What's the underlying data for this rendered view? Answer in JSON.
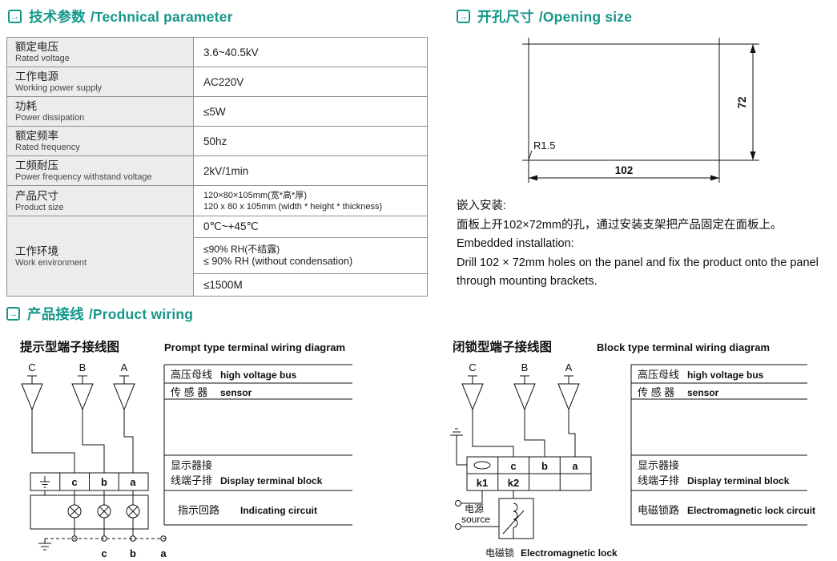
{
  "accent": "#14978a",
  "icons": {
    "section_arrow": "→"
  },
  "technical": {
    "title_zh": "技术参数",
    "title_en": "/Technical parameter",
    "rows": [
      {
        "zh": "额定电压",
        "en": "Rated voltage",
        "value": "3.6~40.5kV"
      },
      {
        "zh": "工作电源",
        "en": "Working power supply",
        "value": "AC220V"
      },
      {
        "zh": "功耗",
        "en": "Power dissipation",
        "value": "≤5W"
      },
      {
        "zh": "额定频率",
        "en": "Rated frequency",
        "value": "50hz"
      },
      {
        "zh": "工频耐压",
        "en": "Power frequency withstand voltage",
        "value": "2kV/1min"
      },
      {
        "zh": "产品尺寸",
        "en": "Product size",
        "value_line1": "120×80×105mm(宽*高*厚)",
        "value_line2": "120 x 80 x 105mm (width * height * thickness)"
      },
      {
        "zh": "工作环境",
        "en": "Work environment",
        "value1": "0℃~+45℃",
        "value2a": "≤90% RH(不结露)",
        "value2b": "≤ 90% RH (without condensation)",
        "value3": "≤1500M"
      }
    ]
  },
  "opening": {
    "title_zh": "开孔尺寸",
    "title_en": "/Opening size",
    "width_label": "102",
    "height_label": "72",
    "radius_label": "R1.5",
    "install": {
      "zh_title": "嵌入安装:",
      "zh_body": "面板上开102×72mm的孔，通过安装支架把产品固定在面板上。",
      "en_title": "Embedded installation:",
      "en_body": "Drill 102 × 72mm holes on the panel and fix the product onto the panel through mounting brackets."
    }
  },
  "wiring": {
    "title_zh": "产品接线",
    "title_en": "/Product wiring",
    "prompt": {
      "title_zh": "提示型端子接线图",
      "title_en": "Prompt type terminal wiring diagram",
      "phase_c": "C",
      "phase_b": "B",
      "phase_a": "A",
      "terminal_c": "c",
      "terminal_b": "b",
      "terminal_a": "a",
      "bottom_c": "c",
      "bottom_b": "b",
      "bottom_a": "a",
      "legend": {
        "bus_zh": "高压母线",
        "bus_en": "high voltage bus",
        "sensor_zh": "传 感 器",
        "sensor_en": "sensor",
        "display_zh1": "显示器接",
        "display_zh2": "线端子排",
        "display_en": "Display terminal block",
        "circuit_zh": "指示回路",
        "circuit_en": "Indicating circuit"
      }
    },
    "block": {
      "title_zh": "闭锁型端子接线图",
      "title_en": "Block type terminal wiring diagram",
      "phase_c": "C",
      "phase_b": "B",
      "phase_a": "A",
      "terminal_c": "c",
      "terminal_b": "b",
      "terminal_a": "a",
      "k1": "k1",
      "k2": "k2",
      "source_zh": "电源",
      "source_en": "source",
      "lock_label_zh": "电磁锁",
      "lock_label_en": "Electromagnetic lock",
      "legend": {
        "bus_zh": "高压母线",
        "bus_en": "high voltage bus",
        "sensor_zh": "传 感 器",
        "sensor_en": "sensor",
        "display_zh1": "显示器接",
        "display_zh2": "线端子排",
        "display_en": "Display terminal block",
        "lock_zh": "电磁锁路",
        "lock_en": "Electromagnetic lock circuit"
      }
    }
  }
}
